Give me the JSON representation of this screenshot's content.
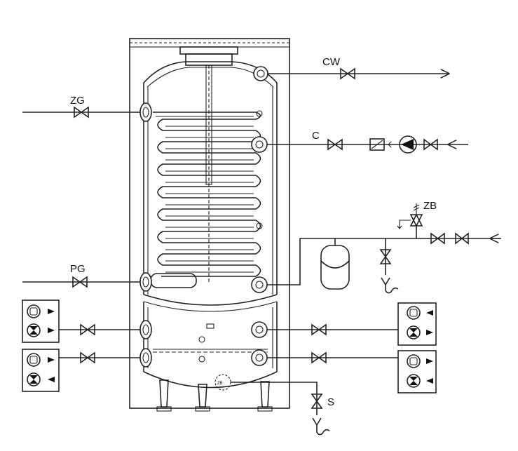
{
  "labels": {
    "cold_water": "CW",
    "heating_supply": "ZG",
    "circulation": "C",
    "safety_group": "ZB",
    "heating_return": "PG",
    "drain": "S",
    "sensor_tag": "ZB"
  },
  "icons": [
    "valve-icon",
    "flow-arrow-icon",
    "pump-icon",
    "check-valve-icon",
    "expansion-vessel-icon",
    "safety-valve-icon",
    "boiler-unit-icon",
    "fan-unit-icon",
    "drain-funnel-icon"
  ]
}
